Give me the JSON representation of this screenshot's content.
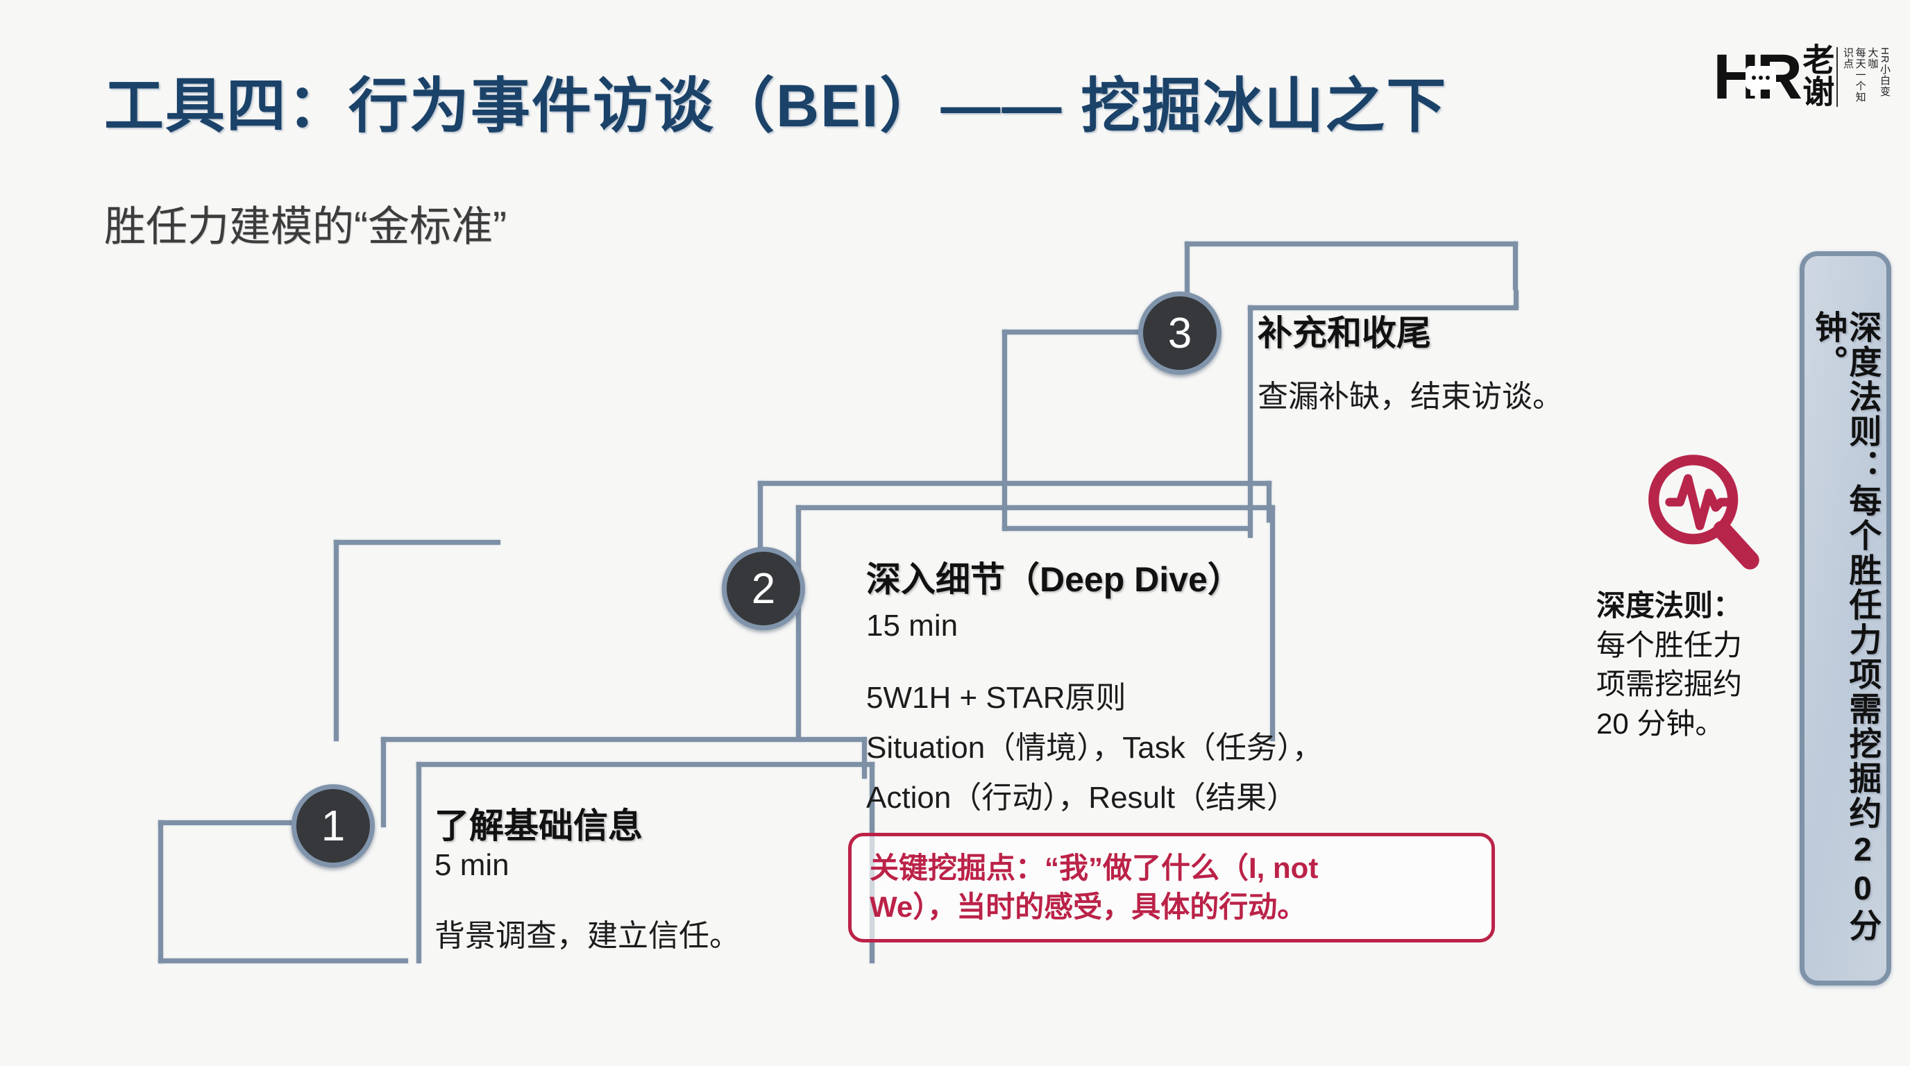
{
  "header": {
    "title": "工具四：行为事件访谈（BEI）—— 挖掘冰山之下",
    "subtitle": "胜任力建模的“金标准”",
    "title_color": "#1b4268"
  },
  "logo": {
    "mark": "HR",
    "name": "老谢",
    "tagline_1": "每天一个知识点",
    "tagline_2": "HR小白变大咖"
  },
  "steps": [
    {
      "number": "1",
      "heading": "了解基础信息",
      "duration": "5 min",
      "description": "背景调查，建立信任。"
    },
    {
      "number": "2",
      "heading": "深入细节（Deep Dive）",
      "duration": "15 min",
      "detail_line_1": "5W1H + STAR原则",
      "detail_line_2": "Situation（情境），Task（任务），",
      "detail_line_3": "Action（行动），Result（结果）"
    },
    {
      "number": "3",
      "heading": "补充和收尾",
      "description": "查漏补缺，结束访谈。"
    }
  ],
  "key_box": {
    "line_1": "关键挖掘点：“我”做了什么（I, not",
    "line_2": "We），当时的感受，具体的行动。",
    "color": "#bb2248"
  },
  "side": {
    "icon": "magnifier-pulse-icon",
    "icon_color": "#b8254a",
    "rule_title": "深度法则：",
    "rule_line_1": "每个胜任力",
    "rule_line_2": "项需挖掘约",
    "rule_line_3": "20 分钟。"
  },
  "vertical_panel": {
    "text": "深度法则：每个胜任力项需挖掘约20分钟。",
    "fill": "#c6d0dc",
    "border": "#7e92a8"
  },
  "theme": {
    "line_color": "#7d90a6",
    "circle_fill": "#36383b",
    "circle_ring": "#8094ab",
    "background": "#f7f7f6"
  }
}
